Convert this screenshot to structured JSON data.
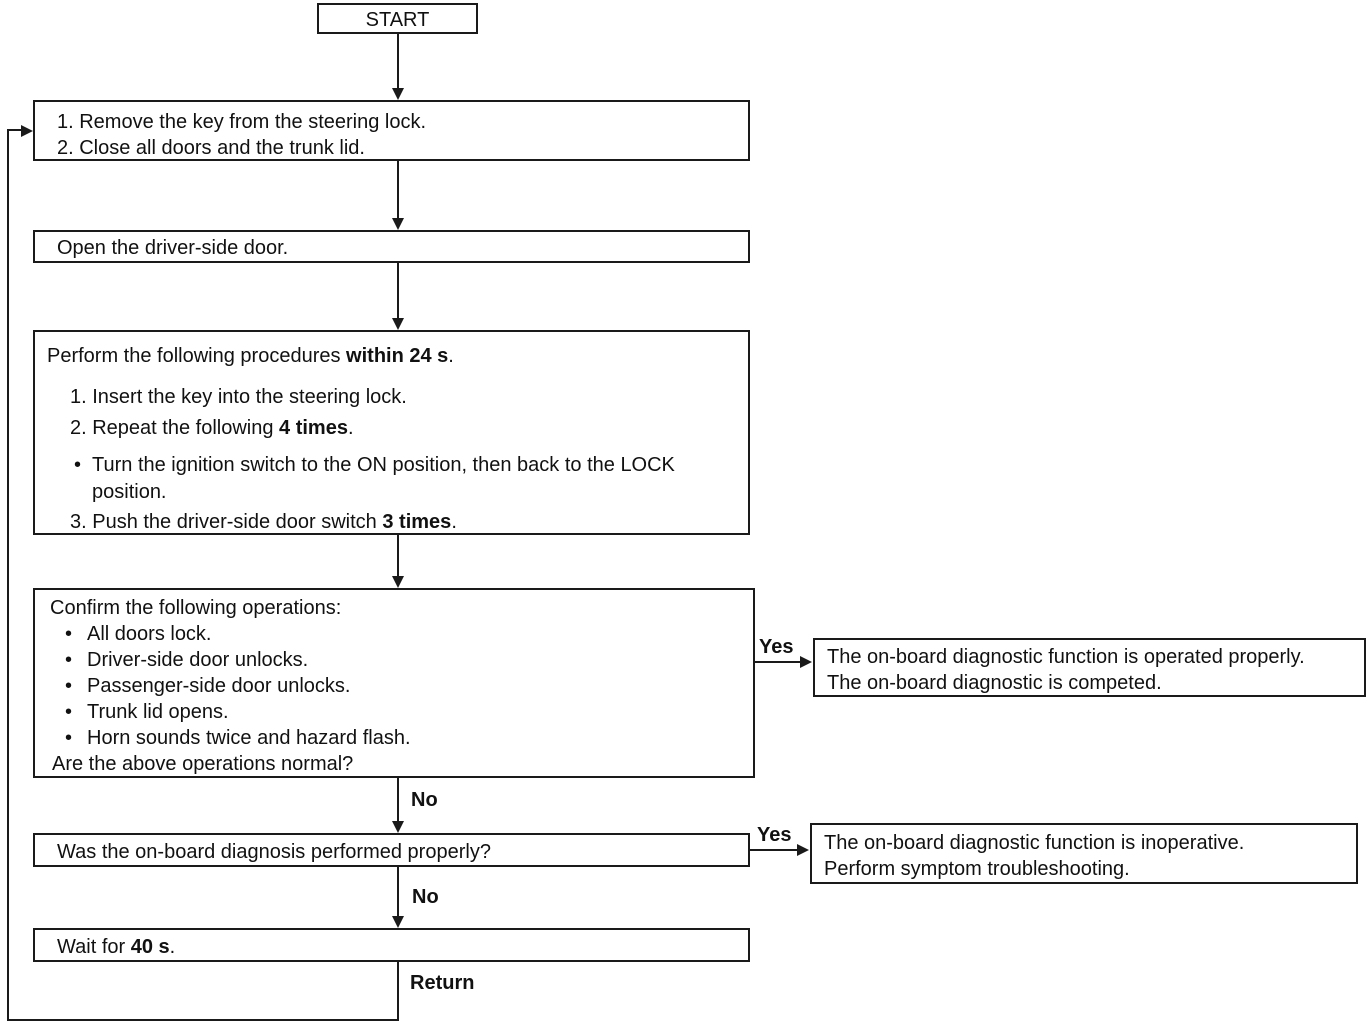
{
  "page": {
    "background": "#ffffff",
    "ink": "#1a1a1a"
  },
  "flowchart": {
    "start": {
      "label": "START"
    },
    "step1": {
      "lines": [
        "1. Remove the key from the steering lock.",
        "2. Close all doors and the trunk lid."
      ]
    },
    "step2": {
      "text": "Open the driver-side door."
    },
    "step3": {
      "title_pre": "Perform the following procedures ",
      "title_bold": "within 24 s",
      "title_end": ".",
      "item1": "1. Insert the key into the steering lock.",
      "item2_pre": "2. Repeat the following ",
      "item2_bold": "4 times",
      "item2_end": ".",
      "bullet_char": "•",
      "bullet_lines": [
        "Turn the ignition switch to the ON position, then back to the LOCK",
        "position."
      ],
      "item3_pre": "3. Push the driver-side door switch ",
      "item3_bold": "3 times",
      "item3_end": "."
    },
    "confirm": {
      "title": "Confirm the following operations:",
      "bullet_char": "•",
      "bullets": [
        "All doors lock.",
        "Driver-side door unlocks.",
        "Passenger-side door unlocks.",
        "Trunk lid opens.",
        "Horn sounds twice and hazard flash."
      ],
      "question": "Are the above operations normal?"
    },
    "result_proper": {
      "lines": [
        "The on-board diagnostic function is operated properly.",
        "The on-board diagnostic is competed."
      ]
    },
    "question2": {
      "text": "Was the on-board diagnosis performed properly?"
    },
    "result_inoperative": {
      "lines": [
        "The on-board diagnostic function is inoperative.",
        "Perform symptom troubleshooting."
      ]
    },
    "wait": {
      "pre": "Wait for ",
      "bold": "40 s",
      "end": "."
    },
    "labels": {
      "yes_top": "Yes",
      "no_top": "No",
      "yes_bottom": "Yes",
      "no_bottom": "No",
      "return": "Return"
    }
  }
}
